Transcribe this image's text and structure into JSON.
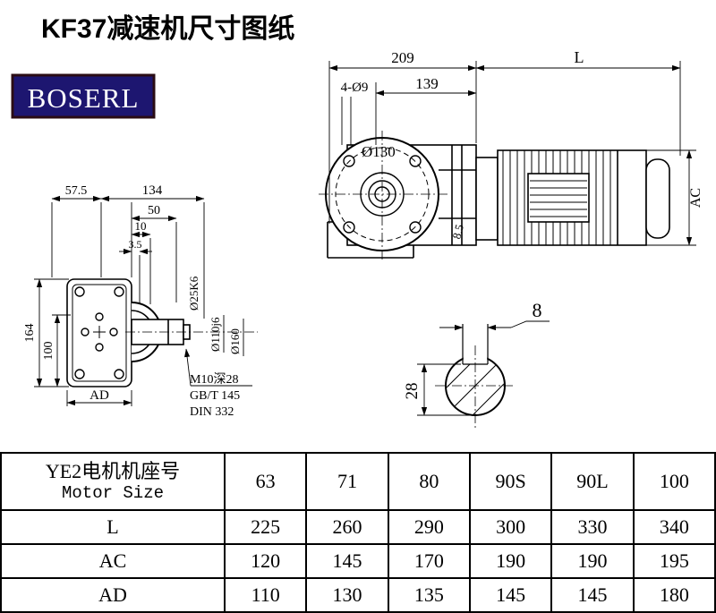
{
  "page": {
    "title": "KF37减速机尺寸图纸",
    "logo_text": "BOSERL"
  },
  "drawing": {
    "top_view": {
      "dim_total_width": "209",
      "dim_motor_length": "L",
      "dim_flange_offset": "139",
      "dim_bolt_holes": "4-Ø9",
      "dim_flange_dia": "Ø130",
      "dim_rib": "8.5",
      "dim_motor_dia": "AC"
    },
    "side_view": {
      "dim_57_5": "57.5",
      "dim_134": "134",
      "dim_50": "50",
      "dim_10": "10",
      "dim_3_5": "3.5",
      "dim_height": "164",
      "dim_100": "100",
      "dim_AD": "AD",
      "dim_shaft_dia": "Ø25K6",
      "dim_spigot_dia": "Ø110j6",
      "dim_flange_dia": "Ø160",
      "note_tap": "M10深28",
      "note_gb": "GB/T 145",
      "note_din": "DIN 332"
    },
    "shaft_section": {
      "dim_key_width": "8",
      "dim_key_height": "28"
    }
  },
  "table": {
    "header_cn": "YE2电机机座号",
    "header_en": "Motor Size",
    "columns": [
      "63",
      "71",
      "80",
      "90S",
      "90L",
      "100"
    ],
    "rows": [
      {
        "label": "L",
        "values": [
          "225",
          "260",
          "290",
          "300",
          "330",
          "340"
        ]
      },
      {
        "label": "AC",
        "values": [
          "120",
          "145",
          "170",
          "190",
          "190",
          "195"
        ]
      },
      {
        "label": "AD",
        "values": [
          "110",
          "130",
          "135",
          "145",
          "145",
          "180"
        ]
      }
    ]
  }
}
